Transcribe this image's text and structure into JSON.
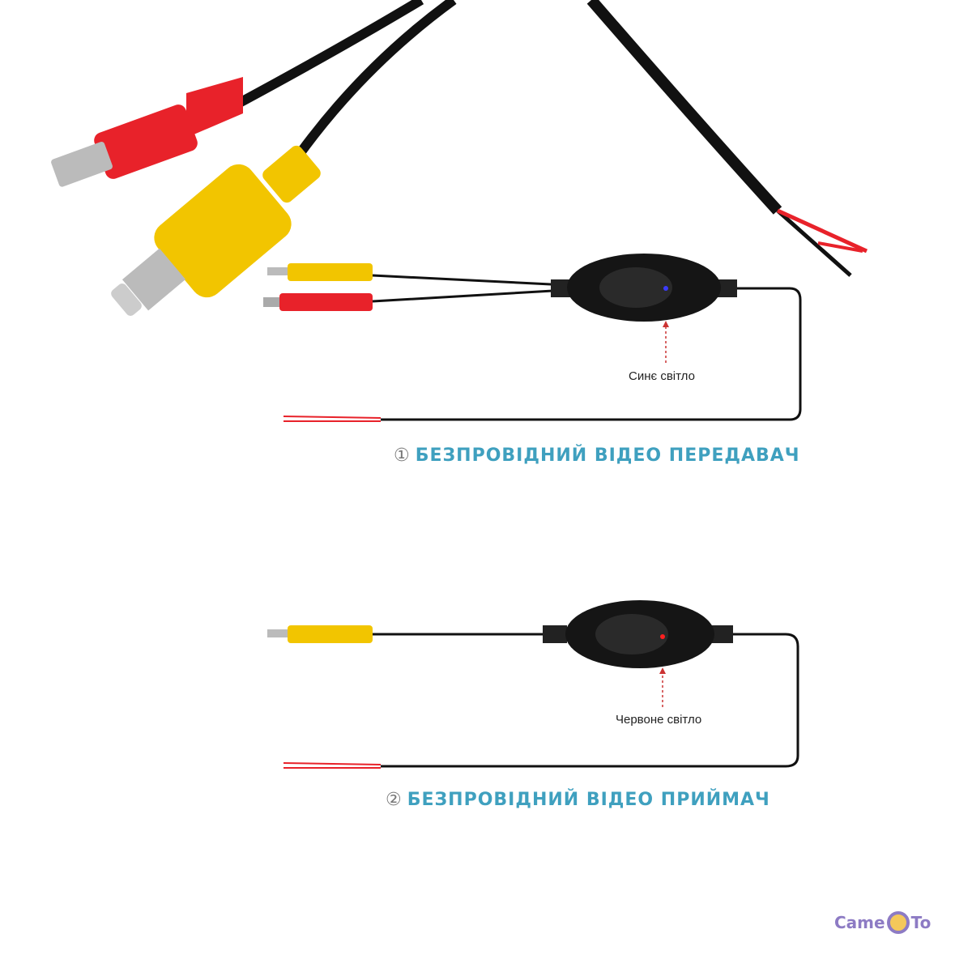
{
  "transmitter": {
    "number": "①",
    "title": "Безпровідний відео передавач",
    "light_label": "Синє світло",
    "led_color": "#3b3bff"
  },
  "receiver": {
    "number": "②",
    "title": "Безпровідний відео приймач",
    "light_label": "Червоне світло",
    "led_color": "#ff2020"
  },
  "logo": {
    "left": "Came",
    "right": "To"
  },
  "colors": {
    "caption": "#3fa0bf",
    "red_plug": "#e8222a",
    "yellow_plug": "#f2c500",
    "logo": "#8d7bc4"
  }
}
